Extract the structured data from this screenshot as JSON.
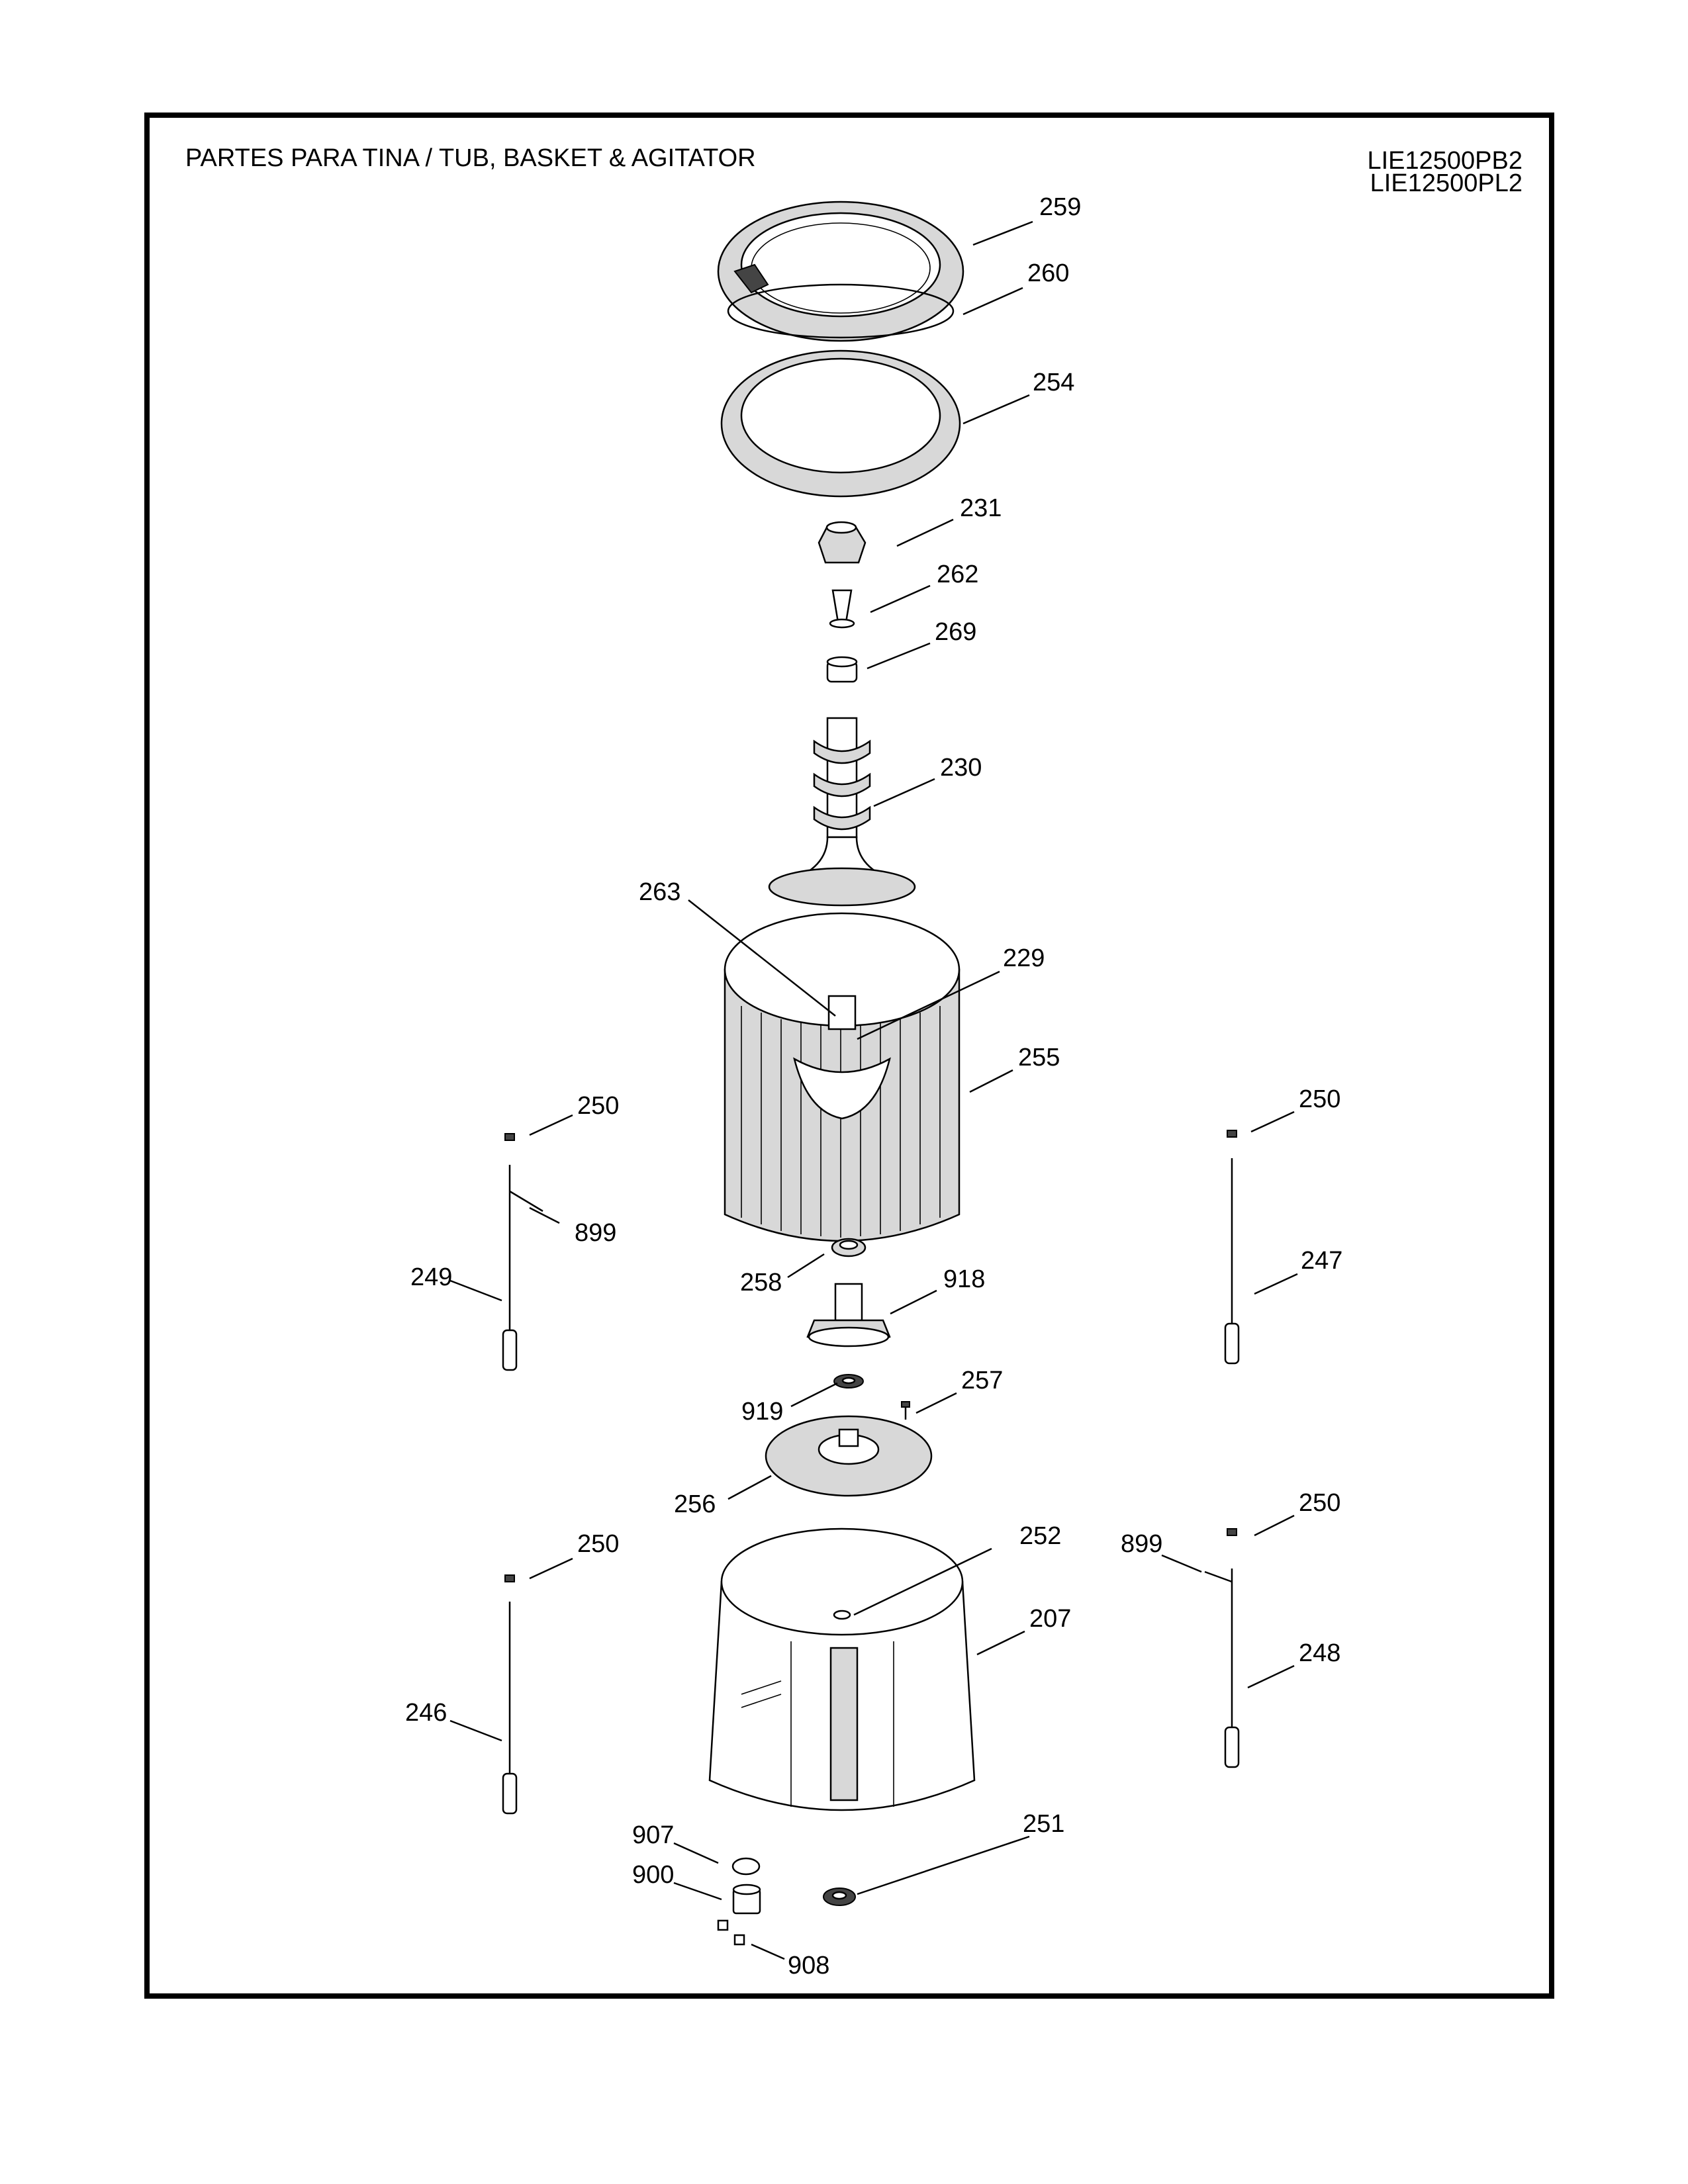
{
  "header": {
    "title": "PARTES PARA TINA  /  TUB, BASKET & AGITATOR",
    "models": [
      "LIE12500PB2",
      "LIE12500PL2"
    ]
  },
  "callouts": [
    "259",
    "260",
    "254",
    "231",
    "262",
    "269",
    "230",
    "263",
    "229",
    "255",
    "250",
    "899",
    "249",
    "250",
    "247",
    "258",
    "918",
    "257",
    "919",
    "256",
    "252",
    "207",
    "250",
    "246",
    "899",
    "250",
    "248",
    "251",
    "907",
    "900",
    "908"
  ]
}
